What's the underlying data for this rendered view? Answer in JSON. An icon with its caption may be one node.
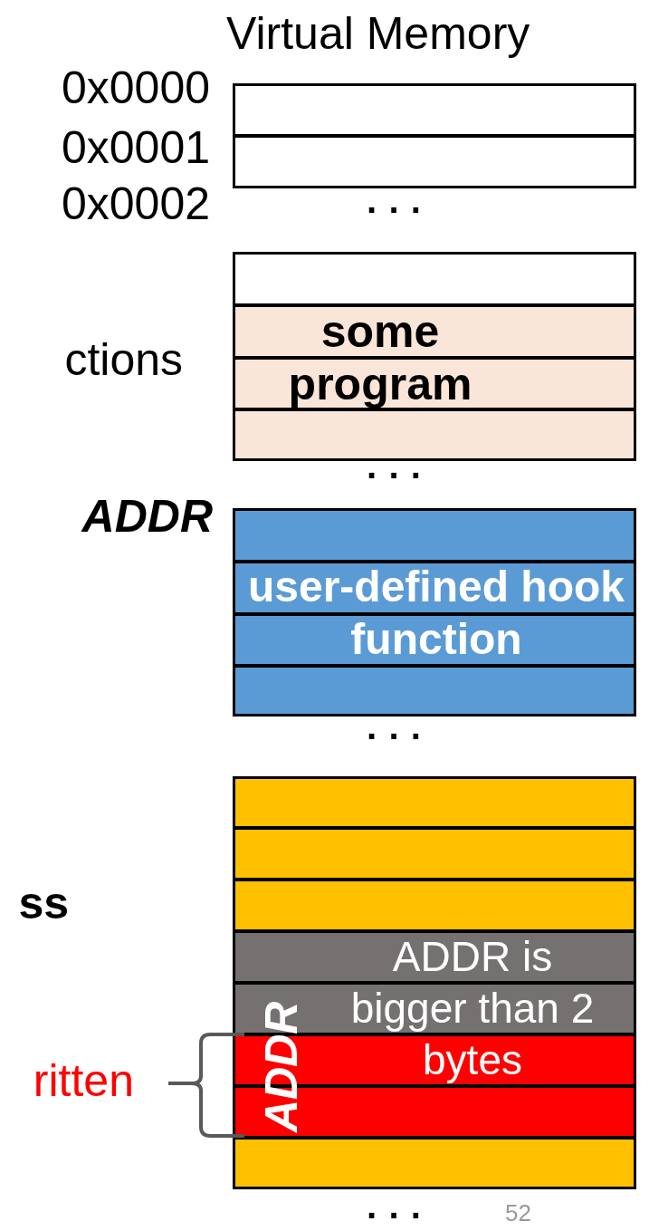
{
  "diagram": {
    "nodes": [
      {
        "text": [],
        "shape": "box"
      },
      {
        "text": [],
        "shape": "box"
      },
      {
        "text": [],
        "shape": "box"
      },
      {
        "text": [],
        "shape": "box"
      },
      {
        "text": [],
        "shape": "box"
      },
      {
        "text": [],
        "shape": "box"
      },
      {
        "text": [],
        "shape": "box"
      },
      {
        "text": [],
        "shape": "box"
      },
      {
        "text": [],
        "shape": "box"
      },
      {
        "text": [],
        "shape": "box"
      },
      {
        "text": [],
        "shape": "box"
      },
      {
        "text": [],
        "shape": "box"
      },
      {
        "text": [],
        "shape": "box"
      },
      {
        "text": [],
        "shape": "box"
      },
      {
        "text": [],
        "shape": "box"
      },
      {
        "text": [],
        "shape": "box"
      },
      {
        "text": [],
        "shape": "box"
      },
      {
        "text": [],
        "shape": "box"
      }
    ],
    "labels": [
      "Virtual Memory",
      "0x0000",
      "0x0001",
      "0x0002",
      "· · ·",
      "ctions",
      "some program",
      "· · ·",
      "ADDR",
      "user-defined hook function",
      "· · ·",
      "ss",
      "ADDR",
      "ADDR is bigger than 2 bytes",
      "ritten",
      "52",
      "· · ·"
    ]
  }
}
